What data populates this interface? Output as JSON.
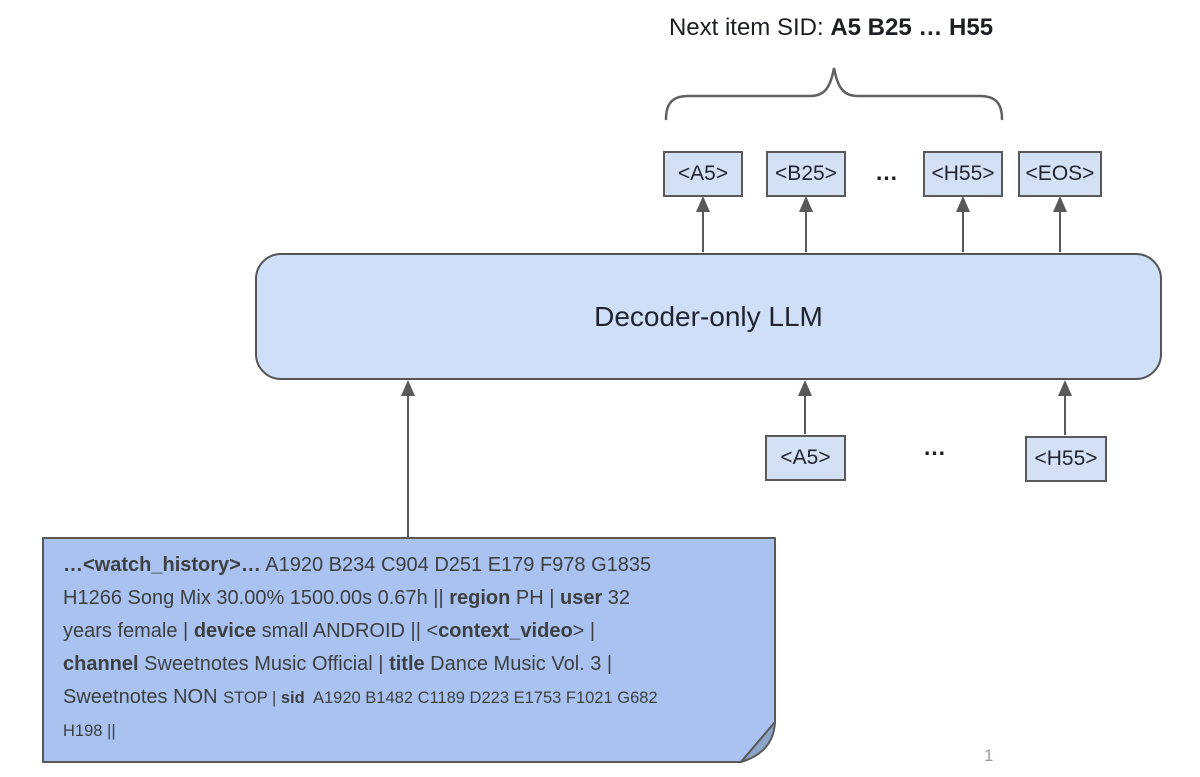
{
  "title": {
    "prefix": "Next item SID: ",
    "sids": "A5 B25 … H55"
  },
  "llm_box": {
    "label": "Decoder-only LLM"
  },
  "output_tokens": {
    "tokens": [
      "<A5>",
      "<B25>",
      "<H55>",
      "<EOS>"
    ],
    "ellipsis": "…"
  },
  "input_tokens": {
    "tokens": [
      "<A5>",
      "<H55>"
    ],
    "ellipsis": "…"
  },
  "note": {
    "line1_bold": "…<watch_history>…",
    "line1_rest": " A1920 B234 C904 D251 E179 F978 G1835",
    "line2_a": "H1266 Song Mix 30.00% 1500.00s 0.67h || ",
    "line2_region_label": "region",
    "line2_b": " PH | ",
    "line2_user_label": "user",
    "line2_c": " 32",
    "line3_a": "years female | ",
    "line3_device_label": "device",
    "line3_b": " small ANDROID || <",
    "line3_context_label": "context_video",
    "line3_c": "> |",
    "line4_channel_label": "channel",
    "line4_a": " Sweetnotes Music Official | ",
    "line4_title_label": "title",
    "line4_b": " Dance Music Vol. 3 |",
    "line5_a": "Sweetnotes NON ",
    "line5_small_a": "STOP | ",
    "line5_sid_label": "sid",
    "line5_small_b": "  A1920 B1482 C1189 D223 E1753 F1021 G682",
    "line6": "H198 ||"
  },
  "page_number": "1",
  "colors": {
    "llm_fill": "#cfdff7",
    "token_fill": "#d4e1f4",
    "note_fill": "#a9c2ef",
    "note_fold": "#8ca5c9",
    "stroke_gray": "#595959",
    "page_number_gray": "#9e9e9e"
  }
}
